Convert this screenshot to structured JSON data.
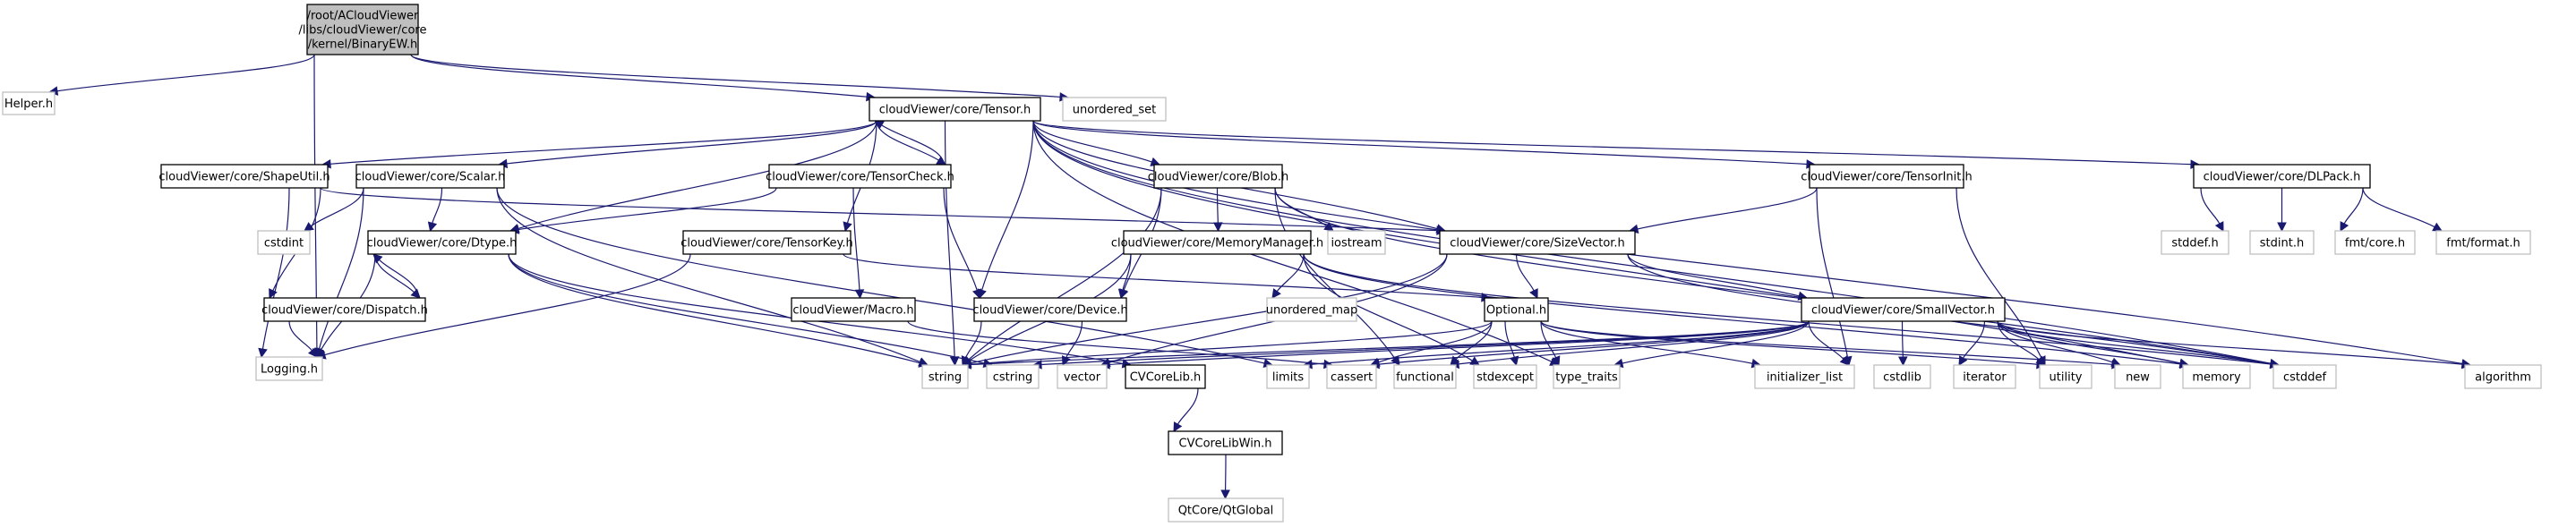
{
  "title": "Include dependency graph for BinaryEW.h",
  "colors": {
    "edge": "#191970",
    "local_border": "#000000",
    "system_border": "#bfbfbf",
    "root_fill": "#bfbfbf"
  },
  "nodes": [
    {
      "id": "root",
      "label": [
        "/root/ACloudViewer",
        "/libs/cloudViewer/core",
        "/kernel/BinaryEW.h"
      ],
      "kind": "root"
    },
    {
      "id": "helper",
      "label": [
        "Helper.h"
      ],
      "kind": "sys"
    },
    {
      "id": "tensor",
      "label": [
        "cloudViewer/core/Tensor.h"
      ],
      "kind": "local"
    },
    {
      "id": "unordered_set",
      "label": [
        "unordered_set"
      ],
      "kind": "sys"
    },
    {
      "id": "shapeutil",
      "label": [
        "cloudViewer/core/ShapeUtil.h"
      ],
      "kind": "local"
    },
    {
      "id": "scalar",
      "label": [
        "cloudViewer/core/Scalar.h"
      ],
      "kind": "local"
    },
    {
      "id": "tensorcheck",
      "label": [
        "cloudViewer/core/TensorCheck.h"
      ],
      "kind": "local"
    },
    {
      "id": "blob",
      "label": [
        "cloudViewer/core/Blob.h"
      ],
      "kind": "local"
    },
    {
      "id": "tensorinit",
      "label": [
        "cloudViewer/core/TensorInit.h"
      ],
      "kind": "local"
    },
    {
      "id": "dlpack",
      "label": [
        "cloudViewer/core/DLPack.h"
      ],
      "kind": "local"
    },
    {
      "id": "cstdint",
      "label": [
        "cstdint"
      ],
      "kind": "sys"
    },
    {
      "id": "dtype",
      "label": [
        "cloudViewer/core/Dtype.h"
      ],
      "kind": "local"
    },
    {
      "id": "tensorkey",
      "label": [
        "cloudViewer/core/TensorKey.h"
      ],
      "kind": "local"
    },
    {
      "id": "memorymanager",
      "label": [
        "cloudViewer/core/MemoryManager.h"
      ],
      "kind": "local"
    },
    {
      "id": "iostream",
      "label": [
        "iostream"
      ],
      "kind": "sys"
    },
    {
      "id": "sizevector",
      "label": [
        "cloudViewer/core/SizeVector.h"
      ],
      "kind": "local"
    },
    {
      "id": "stddef_h",
      "label": [
        "stddef.h"
      ],
      "kind": "sys"
    },
    {
      "id": "stdint_h",
      "label": [
        "stdint.h"
      ],
      "kind": "sys"
    },
    {
      "id": "fmt_core",
      "label": [
        "fmt/core.h"
      ],
      "kind": "sys"
    },
    {
      "id": "fmt_format",
      "label": [
        "fmt/format.h"
      ],
      "kind": "sys"
    },
    {
      "id": "dispatch",
      "label": [
        "cloudViewer/core/Dispatch.h"
      ],
      "kind": "local"
    },
    {
      "id": "macro",
      "label": [
        "cloudViewer/Macro.h"
      ],
      "kind": "local"
    },
    {
      "id": "device",
      "label": [
        "cloudViewer/core/Device.h"
      ],
      "kind": "local"
    },
    {
      "id": "unordered_map",
      "label": [
        "unordered_map"
      ],
      "kind": "sys"
    },
    {
      "id": "optional",
      "label": [
        "Optional.h"
      ],
      "kind": "local"
    },
    {
      "id": "smallvector",
      "label": [
        "cloudViewer/core/SmallVector.h"
      ],
      "kind": "local"
    },
    {
      "id": "logging",
      "label": [
        "Logging.h"
      ],
      "kind": "sys"
    },
    {
      "id": "string",
      "label": [
        "string"
      ],
      "kind": "sys"
    },
    {
      "id": "cstring",
      "label": [
        "cstring"
      ],
      "kind": "sys"
    },
    {
      "id": "vector",
      "label": [
        "vector"
      ],
      "kind": "sys"
    },
    {
      "id": "cvcorelib",
      "label": [
        "CVCoreLib.h"
      ],
      "kind": "local"
    },
    {
      "id": "limits",
      "label": [
        "limits"
      ],
      "kind": "sys"
    },
    {
      "id": "cassert",
      "label": [
        "cassert"
      ],
      "kind": "sys"
    },
    {
      "id": "functional",
      "label": [
        "functional"
      ],
      "kind": "sys"
    },
    {
      "id": "stdexcept",
      "label": [
        "stdexcept"
      ],
      "kind": "sys"
    },
    {
      "id": "type_traits",
      "label": [
        "type_traits"
      ],
      "kind": "sys"
    },
    {
      "id": "initializer_list",
      "label": [
        "initializer_list"
      ],
      "kind": "sys"
    },
    {
      "id": "cstdlib",
      "label": [
        "cstdlib"
      ],
      "kind": "sys"
    },
    {
      "id": "iterator",
      "label": [
        "iterator"
      ],
      "kind": "sys"
    },
    {
      "id": "utility",
      "label": [
        "utility"
      ],
      "kind": "sys"
    },
    {
      "id": "new",
      "label": [
        "new"
      ],
      "kind": "sys"
    },
    {
      "id": "memory",
      "label": [
        "memory"
      ],
      "kind": "sys"
    },
    {
      "id": "cstddef",
      "label": [
        "cstddef"
      ],
      "kind": "sys"
    },
    {
      "id": "algorithm",
      "label": [
        "algorithm"
      ],
      "kind": "sys"
    },
    {
      "id": "cvcorelibwin",
      "label": [
        "CVCoreLibWin.h"
      ],
      "kind": "local"
    },
    {
      "id": "qtglobal",
      "label": [
        "QtCore/QtGlobal"
      ],
      "kind": "sys"
    }
  ],
  "edges": [
    [
      "root",
      "helper"
    ],
    [
      "root",
      "tensor"
    ],
    [
      "root",
      "unordered_set"
    ],
    [
      "root",
      "logging"
    ],
    [
      "tensor",
      "shapeutil"
    ],
    [
      "tensor",
      "scalar"
    ],
    [
      "tensor",
      "tensorcheck"
    ],
    [
      "tensor",
      "blob"
    ],
    [
      "tensor",
      "tensorinit"
    ],
    [
      "tensor",
      "dlpack"
    ],
    [
      "tensor",
      "dtype"
    ],
    [
      "tensor",
      "tensorkey"
    ],
    [
      "tensor",
      "sizevector"
    ],
    [
      "tensor",
      "device"
    ],
    [
      "tensor",
      "string"
    ],
    [
      "tensor",
      "type_traits"
    ],
    [
      "tensor",
      "memory"
    ],
    [
      "tensor",
      "cstddef"
    ],
    [
      "tensor",
      "algorithm"
    ],
    [
      "shapeutil",
      "sizevector"
    ],
    [
      "shapeutil",
      "dispatch"
    ],
    [
      "shapeutil",
      "logging"
    ],
    [
      "scalar",
      "cstdint"
    ],
    [
      "scalar",
      "dtype"
    ],
    [
      "scalar",
      "logging"
    ],
    [
      "scalar",
      "string"
    ],
    [
      "scalar",
      "limits"
    ],
    [
      "tensorcheck",
      "tensor"
    ],
    [
      "tensorcheck",
      "dtype"
    ],
    [
      "tensorcheck",
      "macro"
    ],
    [
      "tensorcheck",
      "device"
    ],
    [
      "blob",
      "memorymanager"
    ],
    [
      "blob",
      "iostream"
    ],
    [
      "blob",
      "device"
    ],
    [
      "blob",
      "string"
    ],
    [
      "blob",
      "functional"
    ],
    [
      "blob",
      "cstddef"
    ],
    [
      "tensorinit",
      "sizevector"
    ],
    [
      "tensorinit",
      "initializer_list"
    ],
    [
      "tensorinit",
      "utility"
    ],
    [
      "dlpack",
      "stddef_h"
    ],
    [
      "dlpack",
      "stdint_h"
    ],
    [
      "dlpack",
      "fmt_core"
    ],
    [
      "dlpack",
      "fmt_format"
    ],
    [
      "dtype",
      "dispatch"
    ],
    [
      "dtype",
      "logging"
    ],
    [
      "dtype",
      "string"
    ],
    [
      "dtype",
      "cstring"
    ],
    [
      "dtype",
      "cvcorelib"
    ],
    [
      "tensorkey",
      "logging"
    ],
    [
      "tensorkey",
      "optional"
    ],
    [
      "memorymanager",
      "device"
    ],
    [
      "memorymanager",
      "unordered_map"
    ],
    [
      "memorymanager",
      "string"
    ],
    [
      "memorymanager",
      "memory"
    ],
    [
      "memorymanager",
      "stdexcept"
    ],
    [
      "memorymanager",
      "cstddef"
    ],
    [
      "sizevector",
      "optional"
    ],
    [
      "sizevector",
      "smallvector"
    ],
    [
      "sizevector",
      "string"
    ],
    [
      "sizevector",
      "vector"
    ],
    [
      "sizevector",
      "cstddef"
    ],
    [
      "dispatch",
      "dtype"
    ],
    [
      "dispatch",
      "logging"
    ],
    [
      "macro",
      "cassert"
    ],
    [
      "device",
      "string"
    ],
    [
      "device",
      "vector"
    ],
    [
      "optional",
      "string"
    ],
    [
      "optional",
      "cassert"
    ],
    [
      "optional",
      "functional"
    ],
    [
      "optional",
      "stdexcept"
    ],
    [
      "optional",
      "type_traits"
    ],
    [
      "optional",
      "initializer_list"
    ],
    [
      "optional",
      "utility"
    ],
    [
      "optional",
      "new"
    ],
    [
      "smallvector",
      "string"
    ],
    [
      "smallvector",
      "cstring"
    ],
    [
      "smallvector",
      "vector"
    ],
    [
      "smallvector",
      "cassert"
    ],
    [
      "smallvector",
      "limits"
    ],
    [
      "smallvector",
      "functional"
    ],
    [
      "smallvector",
      "type_traits"
    ],
    [
      "smallvector",
      "initializer_list"
    ],
    [
      "smallvector",
      "cstdlib"
    ],
    [
      "smallvector",
      "iterator"
    ],
    [
      "smallvector",
      "utility"
    ],
    [
      "smallvector",
      "new"
    ],
    [
      "smallvector",
      "memory"
    ],
    [
      "smallvector",
      "cstddef"
    ],
    [
      "smallvector",
      "algorithm"
    ],
    [
      "cvcorelib",
      "cvcorelibwin"
    ],
    [
      "cvcorelibwin",
      "qtglobal"
    ]
  ]
}
